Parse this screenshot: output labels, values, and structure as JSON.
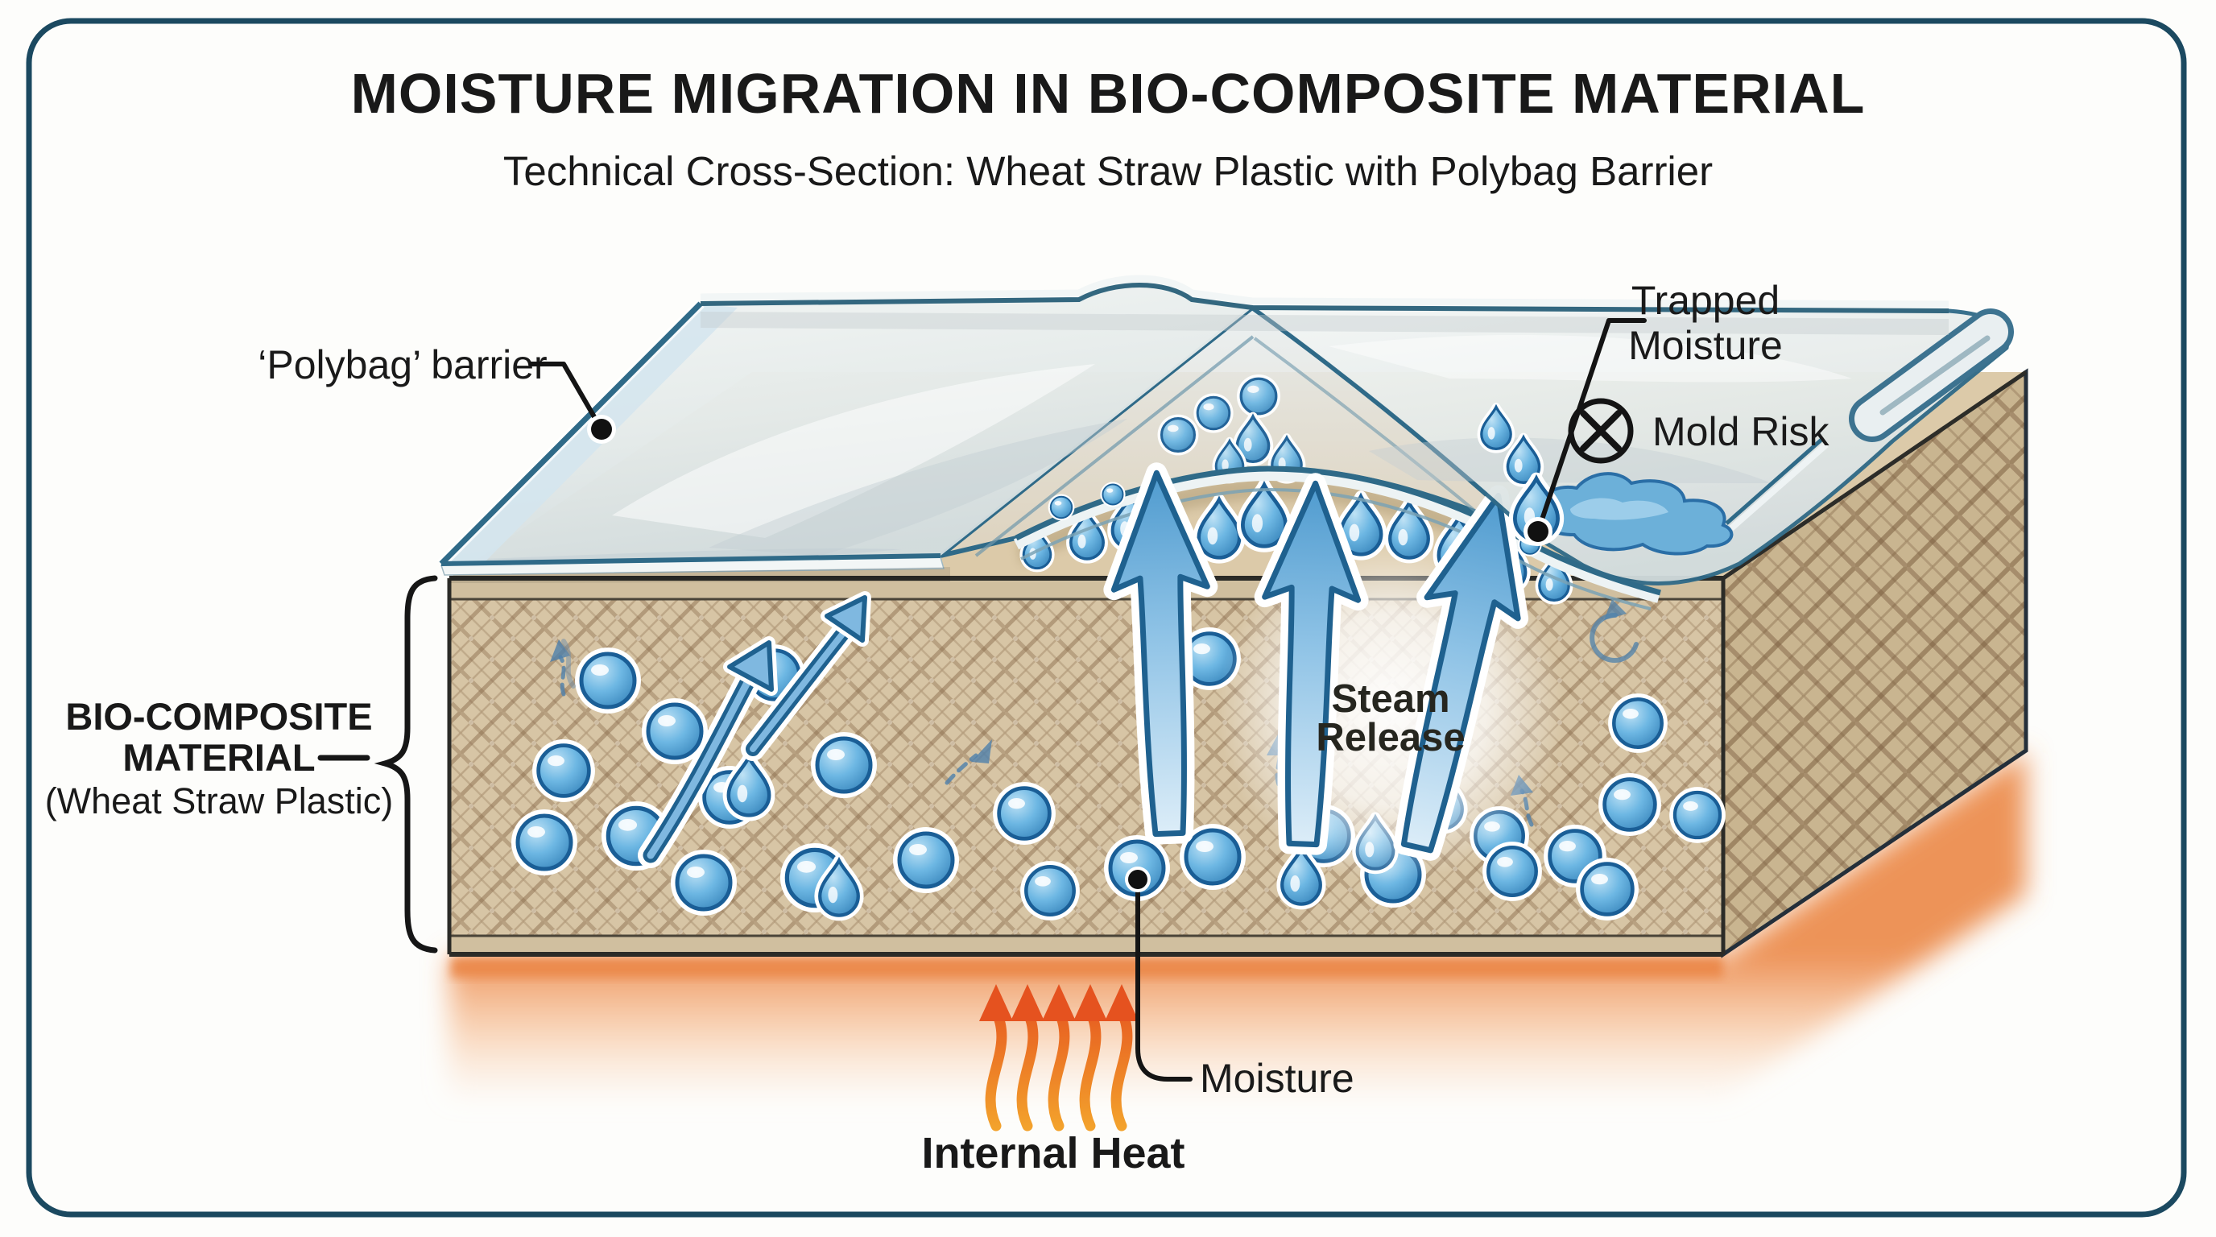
{
  "header": {
    "title": "MOISTURE MIGRATION IN BIO-COMPOSITE MATERIAL",
    "subtitle": "Technical Cross-Section: Wheat Straw Plastic with Polybag Barrier"
  },
  "labels": {
    "polybag_barrier": "‘Polybag’ barrier",
    "trapped_moisture_line1": "Trapped",
    "trapped_moisture_line2": "Moisture",
    "mold_risk": "Mold Risk",
    "bio_composite_line1": "BIO-COMPOSITE",
    "bio_composite_line2": "MATERIAL",
    "bio_composite_line3": "(Wheat Straw Plastic)",
    "steam_release_line1": "Steam",
    "steam_release_line2": "Release",
    "moisture": "Moisture",
    "internal_heat": "Internal Heat"
  },
  "icons": {
    "mold_risk_icon": "circled-x-icon",
    "steam_arrow": "up-arrow-icon",
    "heat_arrow": "wavy-up-arrow-icon",
    "moisture_droplet": "water-droplet-icon",
    "leader_dot": "leader-dot"
  },
  "colors": {
    "frame": "#1b4960",
    "sheet_outline": "#2f6a88",
    "material_tan": "#d7c5a5",
    "hatch_brown": "#8d6f4f",
    "droplet_blue": "#2e7cb4",
    "arrow_blue": "#58a0d0",
    "heat_orange": "#ee8d4e",
    "text": "#1a1a1a"
  }
}
